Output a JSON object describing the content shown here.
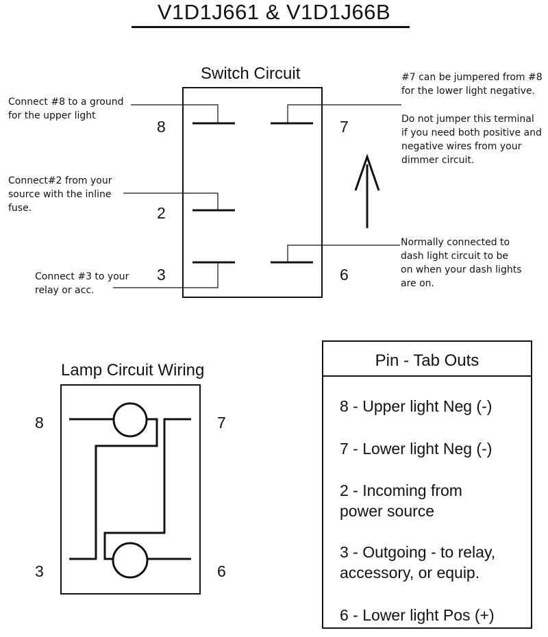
{
  "title": "V1D1J661 & V1D1J66B",
  "switch_circuit": {
    "heading": "Switch Circuit",
    "pins": {
      "p8": "8",
      "p7": "7",
      "p2": "2",
      "p3": "3",
      "p6": "6"
    },
    "notes": {
      "pin8": "Connect #8 to a ground\nfor the upper light",
      "pin2": "Connect#2 from your\nsource with the inline\nfuse.",
      "pin3": "Connect #3 to your\nrelay or acc.",
      "pin7_jumper": "#7 can be jumpered from #8\nfor the lower light negative.",
      "pin7_warning": "Do not jumper this terminal\nif you need both positive and\nnegative wires from your\ndimmer circuit.",
      "pin6": "Normally connected to\ndash light circuit to be\non when your dash lights\nare on."
    }
  },
  "lamp_circuit": {
    "heading": "Lamp Circuit Wiring",
    "pins": {
      "p8": "8",
      "p7": "7",
      "p3": "3",
      "p6": "6"
    }
  },
  "pin_tab_outs": {
    "heading": "Pin - Tab Outs",
    "rows": [
      "8 - Upper light Neg (-)",
      "7 - Lower light Neg (-)",
      "2 - Incoming from\n   power source",
      "3 - Outgoing - to relay,\n    accessory, or equip.",
      "6 - Lower light Pos (+)"
    ]
  }
}
